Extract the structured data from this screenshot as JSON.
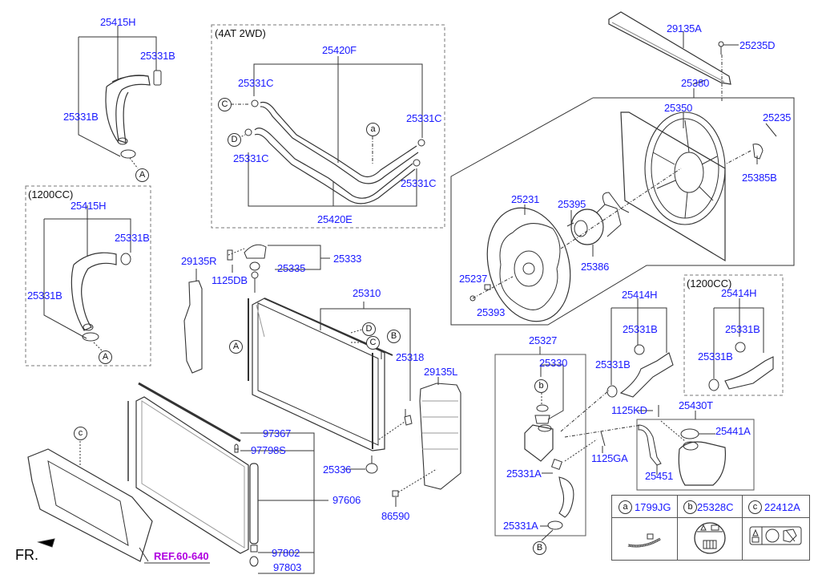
{
  "diagram": {
    "title": "Radiator / Cooling Fan / Condenser parts diagram",
    "colors": {
      "part_label": "#1a1aff",
      "reference_link": "#b000e0",
      "line_art": "#333333"
    },
    "groups": {
      "at_2wd": "(4AT 2WD)",
      "cc1200_left": "(1200CC)",
      "cc1200_right": "(1200CC)"
    },
    "labels": {
      "p25415H_a": "25415H",
      "p25331B_a1": "25331B",
      "p25331B_a2": "25331B",
      "p25415H_b": "25415H",
      "p25331B_b1": "25331B",
      "p25331B_b2": "25331B",
      "p25420F": "25420F",
      "p25331C_1": "25331C",
      "p25331C_2": "25331C",
      "p25331C_3": "25331C",
      "p25331C_4": "25331C",
      "p25420E": "25420E",
      "p29135A": "29135A",
      "p25235D": "25235D",
      "p25380": "25380",
      "p25350": "25350",
      "p25235": "25235",
      "p25385B": "25385B",
      "p25231": "25231",
      "p25395": "25395",
      "p25386": "25386",
      "p25237": "25237",
      "p25393": "25393",
      "p29135R": "29135R",
      "p1125DB": "1125DB",
      "p25333": "25333",
      "p25335": "25335",
      "p25310": "25310",
      "p25318": "25318",
      "p29135L": "29135L",
      "p25336": "25336",
      "p86590": "86590",
      "p97367": "97367",
      "p97798S": "97798S",
      "p97606": "97606",
      "p97802": "97802",
      "p97803": "97803",
      "p25327": "25327",
      "p25330": "25330",
      "p25331A_1": "25331A",
      "p25331A_2": "25331A",
      "p1125KD": "1125KD",
      "p1125GA": "1125GA",
      "p25430T": "25430T",
      "p25441A": "25441A",
      "p25451": "25451",
      "p25414H_a": "25414H",
      "p25331B_c1": "25331B",
      "p25331B_c2": "25331B",
      "p25414H_b": "25414H",
      "p25331B_d1": "25331B",
      "p25331B_d2": "25331B"
    },
    "callouts": {
      "A": "A",
      "B": "B",
      "C": "C",
      "D": "D",
      "a": "a",
      "b": "b",
      "c": "c"
    },
    "reference": "REF.60-640",
    "front_indicator": "FR.",
    "legend": [
      {
        "mark": "a",
        "code": "1799JG",
        "icon": "cable-tie-icon"
      },
      {
        "mark": "b",
        "code": "25328C",
        "icon": "caution-circle-label-icon"
      },
      {
        "mark": "c",
        "code": "22412A",
        "icon": "warning-label-icon"
      }
    ]
  }
}
